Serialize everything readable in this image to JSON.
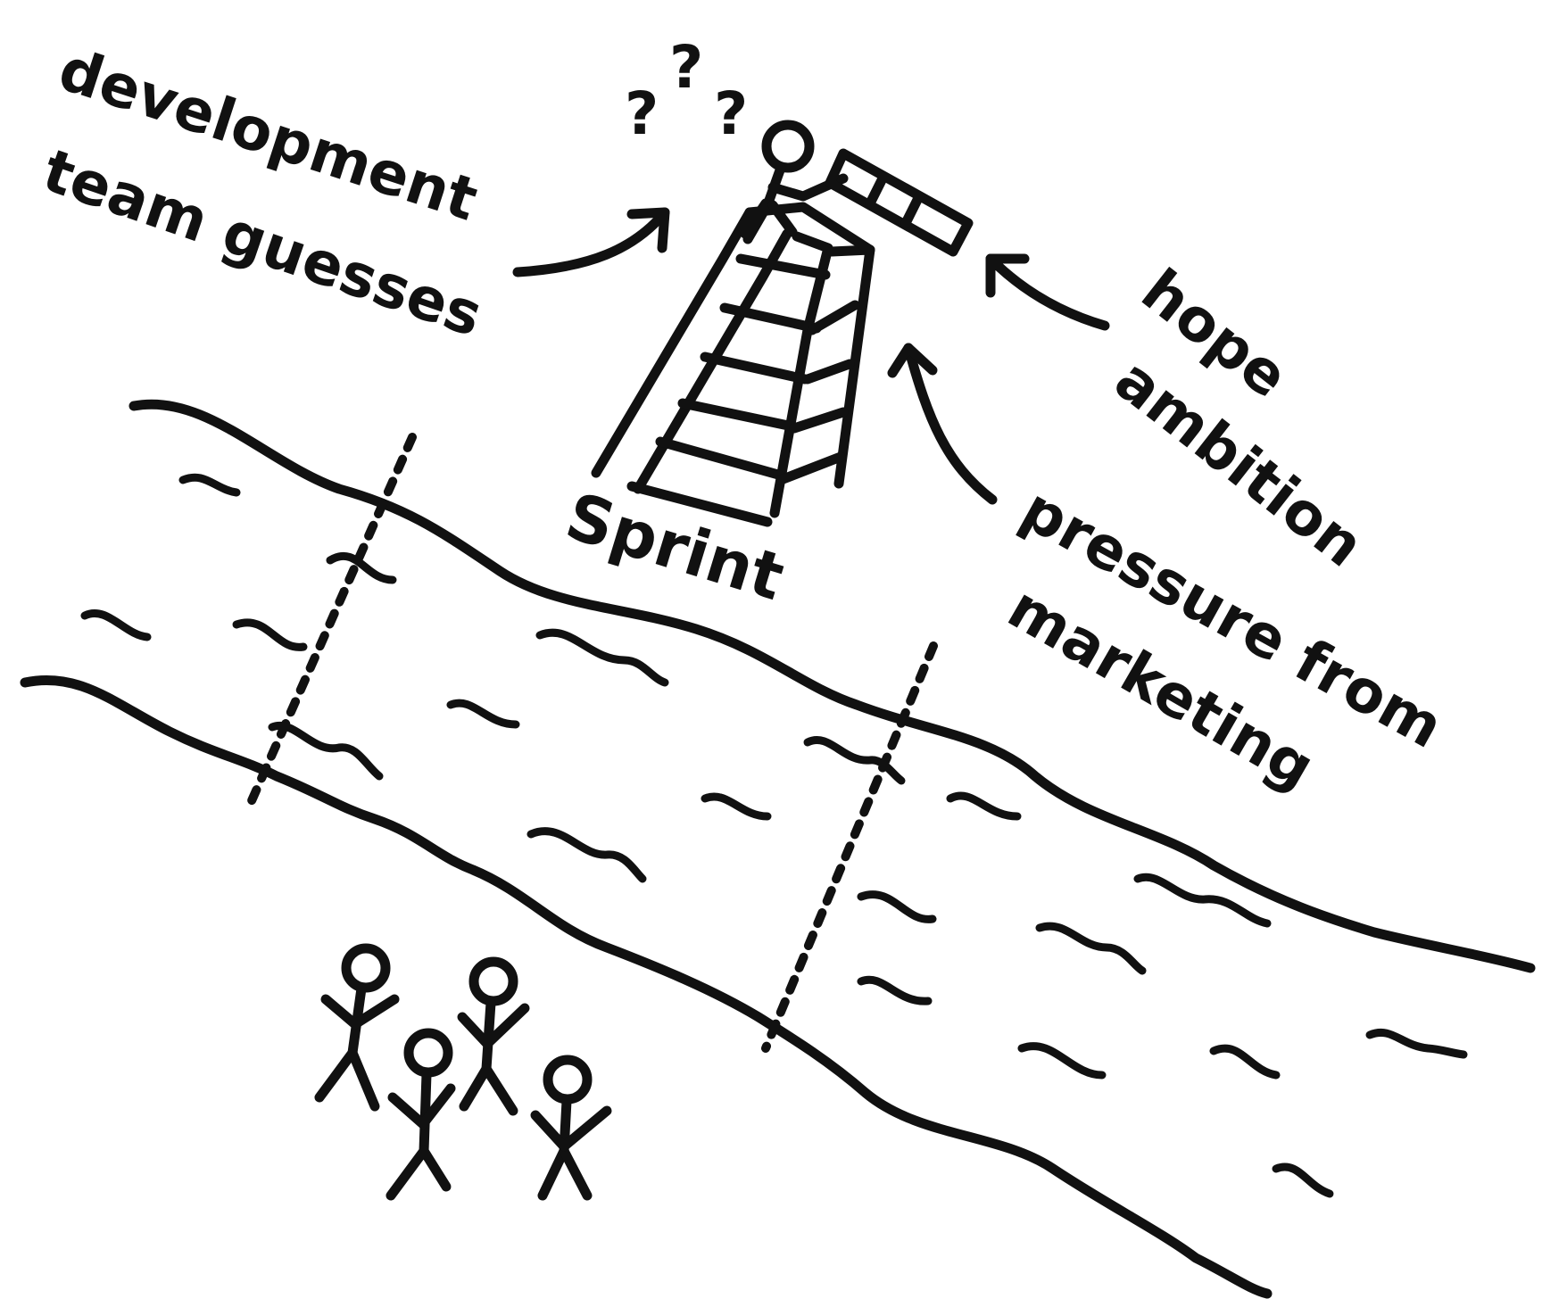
{
  "labels": {
    "dev_line1": "development",
    "dev_line2": "team guesses",
    "sprint": "Sprint",
    "hope": "hope",
    "ambition": "ambition",
    "pressure": "pressure from",
    "marketing": "marketing",
    "question_marks": [
      "?",
      "?",
      "?"
    ]
  },
  "colors": {
    "ink": "#111111",
    "paper": "#ffffff"
  }
}
